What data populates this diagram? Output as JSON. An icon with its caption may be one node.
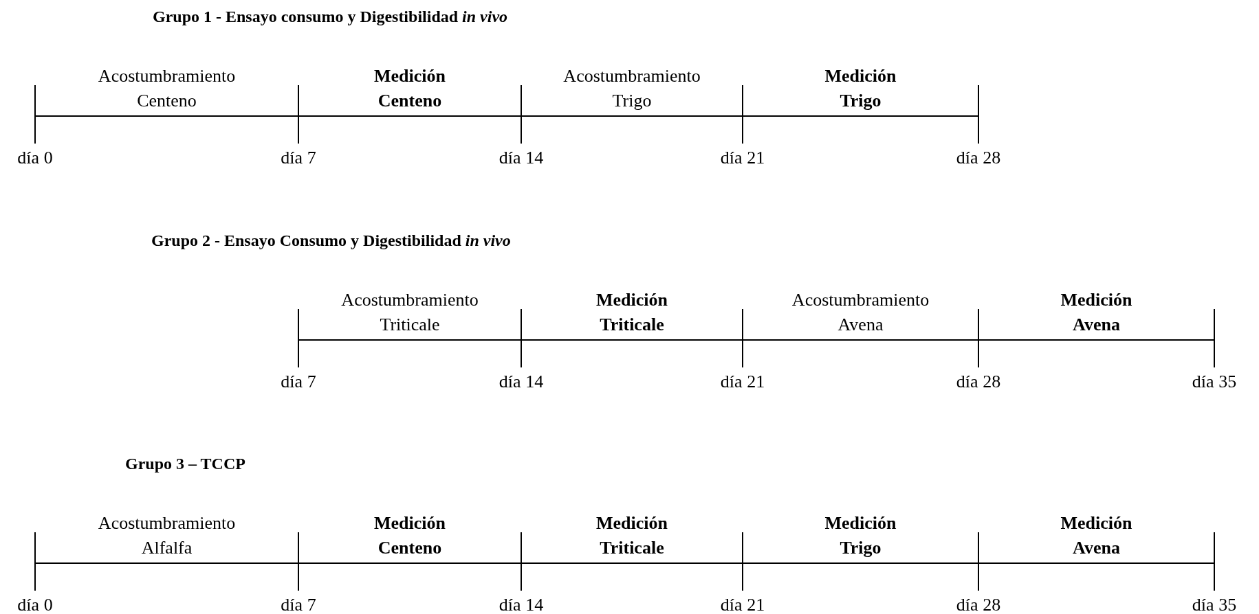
{
  "diagram": {
    "labels": [
      "Grupo 1 - Ensayo consumo y Digestibilidad *in vivo*",
      "Acostumbramiento Centeno",
      "Medición Centeno",
      "Acostumbramiento Trigo",
      "Medición Trigo",
      "día 0",
      "día 7",
      "día 14",
      "día 21",
      "día 28",
      "Grupo 2 - Ensayo Consumo y Digestibilidad *in vivo*",
      "Acostumbramiento Triticale",
      "Medición Triticale",
      "Acostumbramiento Avena",
      "Medición Avena",
      "día 7",
      "día 14",
      "día 21",
      "día 28",
      "día 35",
      "Grupo 3 – TCCP",
      "Acostumbramiento Alfalfa",
      "Medición Centeno",
      "Medición Triticale",
      "Medición Trigo",
      "Medición Avena",
      "día 0",
      "día 7",
      "día 14",
      "día 21",
      "día 28",
      "día 35"
    ]
  }
}
